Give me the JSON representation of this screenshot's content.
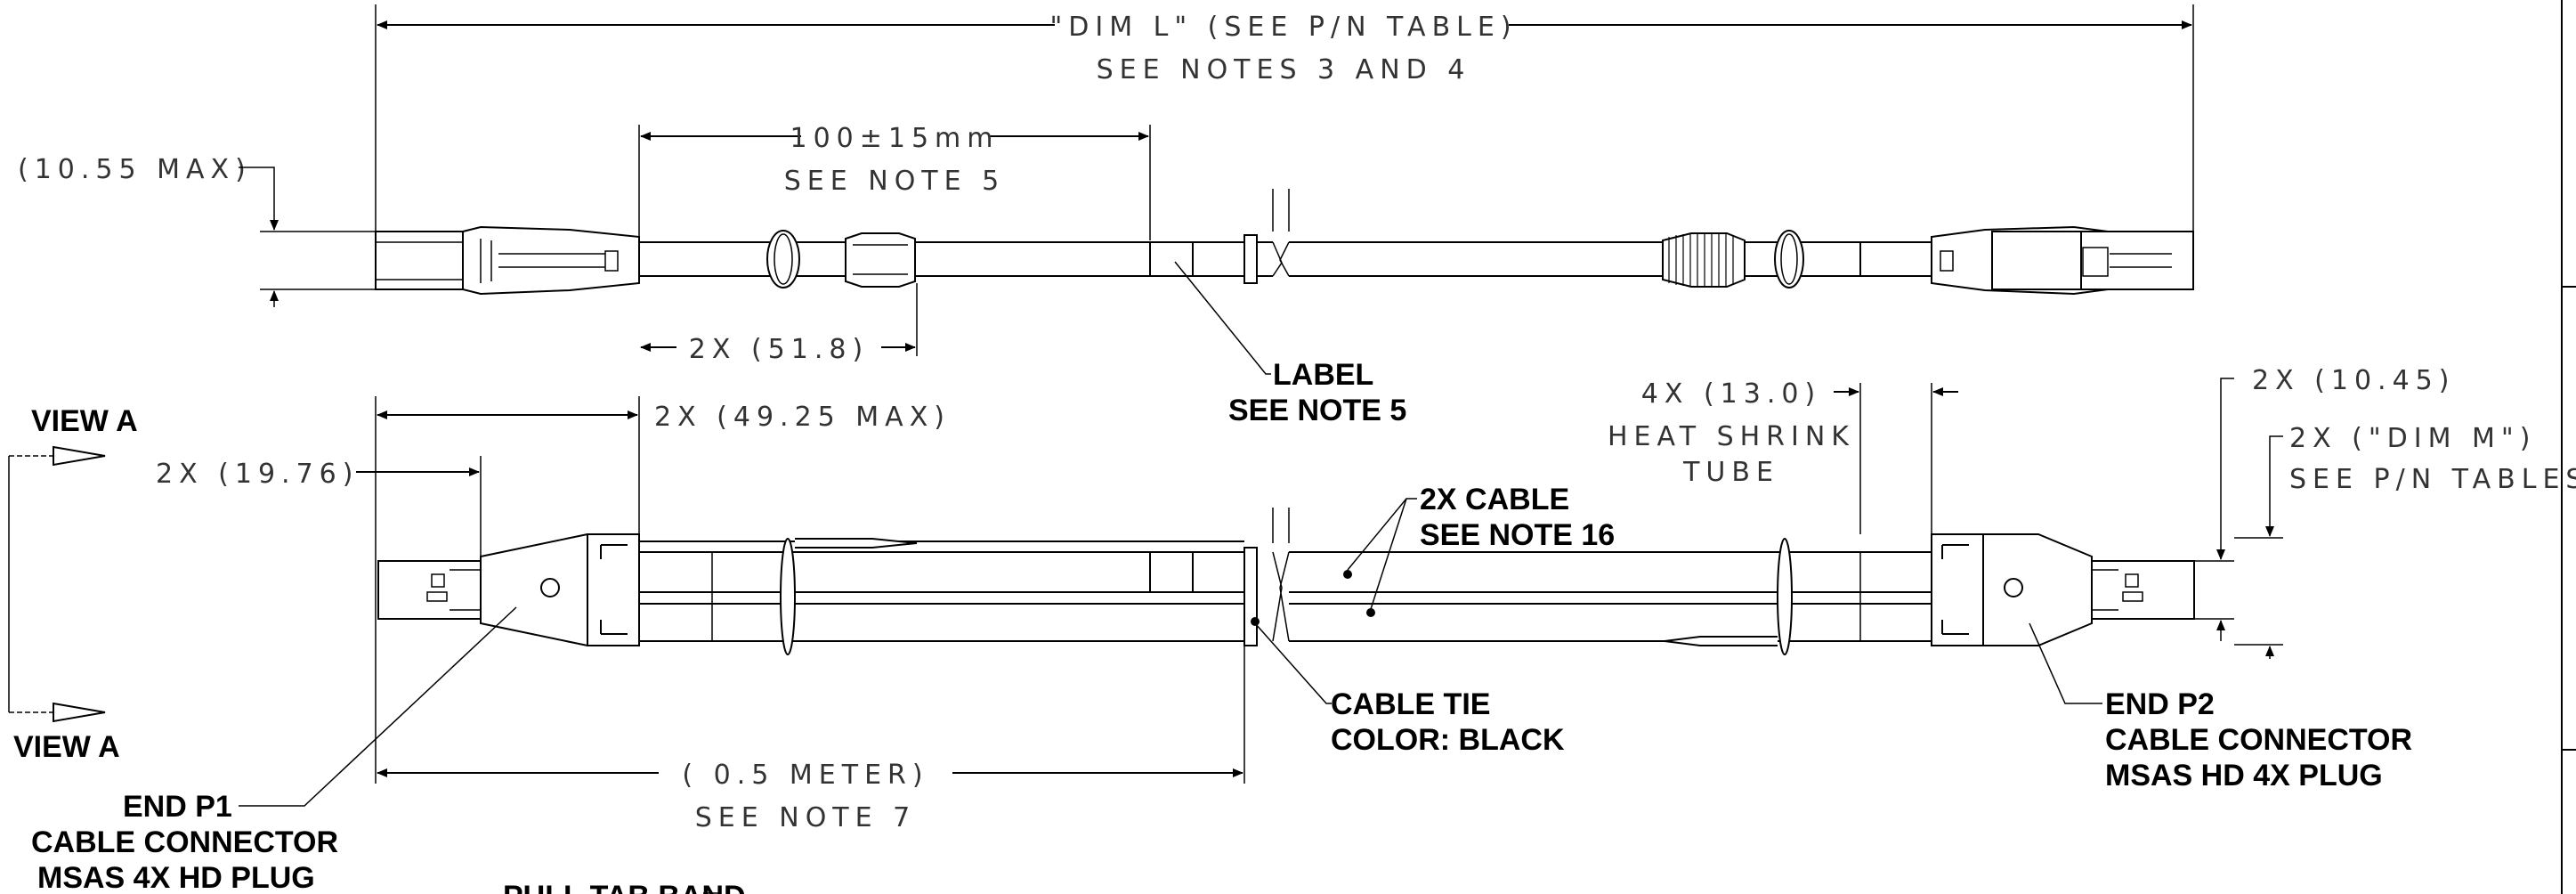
{
  "dimensions": {
    "dim_l": "\"DIM L\" (SEE P/N TABLE)",
    "dim_l_note": "SEE NOTES 3 AND 4",
    "len_100": "100±15mm",
    "len_100_note": "SEE NOTE 5",
    "max_1055": "(10.55 MAX)",
    "len_518": "2X (51.8)",
    "max_4925": "2X (49.25 MAX)",
    "len_1976": "2X (19.76)",
    "len_130": "4X (13.0)",
    "heat_shrink_1": "HEAT SHRINK",
    "heat_shrink_2": "TUBE",
    "len_1045": "2X (10.45)",
    "dim_m": "2X (\"DIM M\")",
    "dim_m_note": "SEE P/N TABLES",
    "meter": "( 0.5 METER)",
    "meter_note": "SEE NOTE 7"
  },
  "callouts": {
    "label_1": "LABEL",
    "label_2": "SEE NOTE 5",
    "view_a_top": "VIEW A",
    "view_a_bottom": "VIEW A",
    "cable_1": "2X CABLE",
    "cable_2": "SEE NOTE 16",
    "tie_1": "CABLE TIE",
    "tie_2": "COLOR: BLACK",
    "p1_1": "END P1",
    "p1_2": "CABLE CONNECTOR",
    "p1_3": "MSAS 4X HD PLUG",
    "p2_1": "END P2",
    "p2_2": "CABLE CONNECTOR",
    "p2_3": "MSAS HD 4X PLUG",
    "pull_tab": "PULL TAB BAND"
  }
}
